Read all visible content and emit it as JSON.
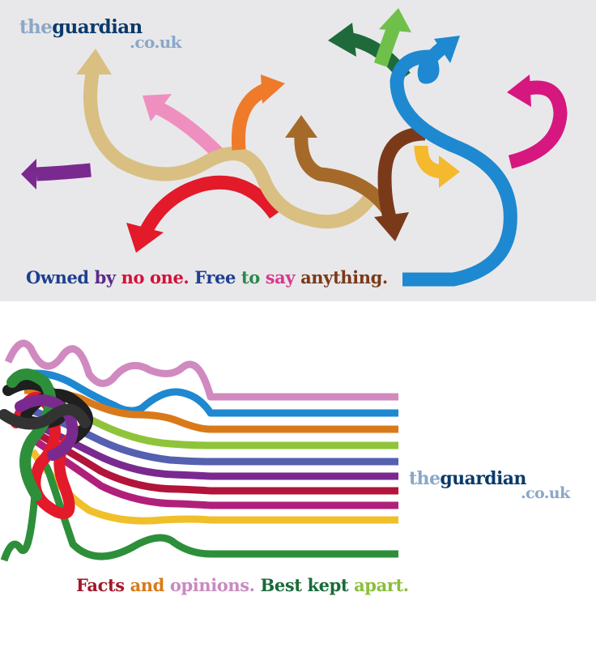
{
  "panels": {
    "top": {
      "logo": {
        "the": "the",
        "word": "guardian",
        "domain": ".co.uk"
      },
      "tagline": [
        {
          "text": "Owned ",
          "color": "#1f3f8f"
        },
        {
          "text": "by ",
          "color": "#5a2b8a"
        },
        {
          "text": "no one. ",
          "color": "#d4113a"
        },
        {
          "text": "Free ",
          "color": "#1f3f8f"
        },
        {
          "text": "to ",
          "color": "#2a8a4a"
        },
        {
          "text": "say ",
          "color": "#d63a8c"
        },
        {
          "text": "anything.",
          "color": "#7a3a1a"
        }
      ]
    },
    "bottom": {
      "logo": {
        "the": "the",
        "word": "guardian",
        "domain": ".co.uk"
      },
      "tagline": [
        {
          "text": "Facts ",
          "color": "#a01a2a"
        },
        {
          "text": "and ",
          "color": "#d97a1a"
        },
        {
          "text": "opinions. ",
          "color": "#c98ac0"
        },
        {
          "text": "Best kept ",
          "color": "#1a6a3a"
        },
        {
          "text": "apart.",
          "color": "#8abf3a"
        }
      ]
    }
  },
  "colors": {
    "pink": "#d6177f",
    "blue": "#1e88d0",
    "green_dark": "#1f6a3a",
    "green_light": "#6fc04a",
    "tan": "#d9bf82",
    "orange": "#ef7a2a",
    "light_pink": "#ef8fbf",
    "purple": "#7a2a8f",
    "red": "#e21a2a",
    "brown_light": "#a56a2a",
    "brown_dark": "#7a3a1a",
    "yellow": "#f5b92e",
    "lilac": "#d08ac0",
    "lime": "#8fc43a",
    "indigo": "#5560b0",
    "crimson": "#b2143a",
    "magenta": "#b0207a",
    "gold": "#f0c02a",
    "forest": "#2d8f3a"
  }
}
